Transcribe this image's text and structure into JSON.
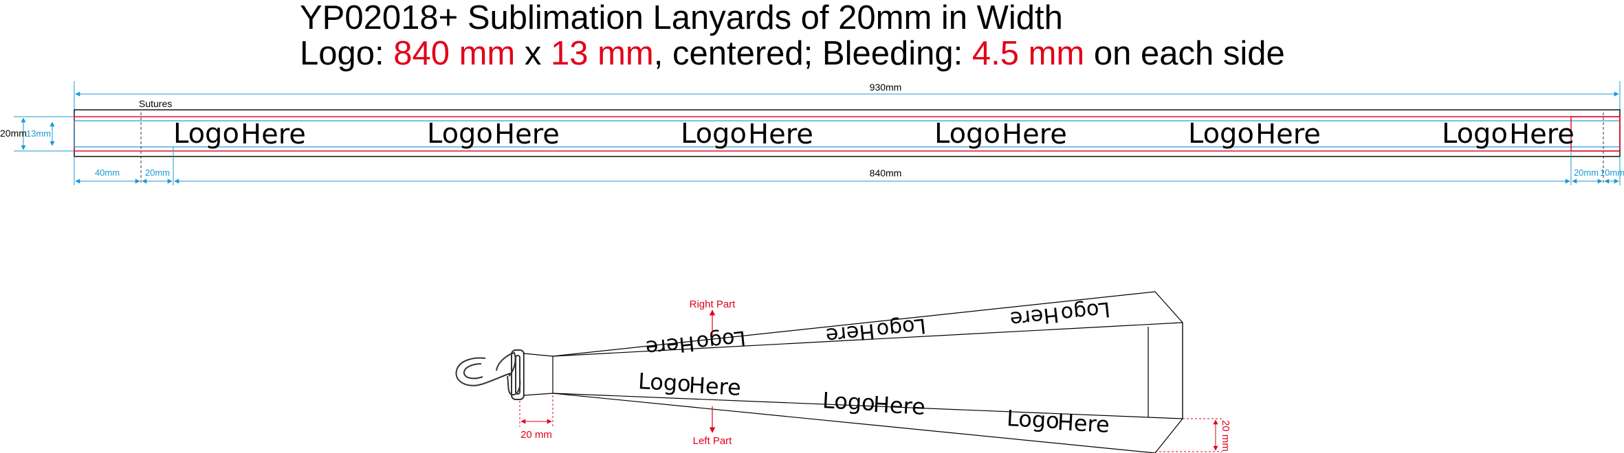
{
  "header": {
    "title": "YP02018+ Sublimation Lanyards of 20mm in Width",
    "logo_label": "Logo: ",
    "logo_width": "840 mm",
    "logo_x": " x ",
    "logo_height": "13 mm",
    "centered": ", centered; Bleeding: ",
    "bleed": "4.5 mm",
    "each_side": " on each side"
  },
  "flat": {
    "total_length": "930mm",
    "sutures_label": "Sutures",
    "width_label": "20mm",
    "logo_height_label": "13mm",
    "left_margin": "40mm",
    "suture_gap": "20mm",
    "logo_length": "840mm",
    "right_gap": "20mm",
    "right_margin": "10mm",
    "logo_text_a": "Logo",
    "logo_text_b": "Here",
    "logo_count": 6
  },
  "sketch": {
    "right_part": "Right Part",
    "left_part": "Left Part",
    "width_20": "20 mm",
    "width_20_right": "20 mm",
    "logo_text_a": "Logo",
    "logo_text_b": "Here"
  },
  "colors": {
    "dimension": "#1a9ad6",
    "bleed": "#e2001a",
    "outline": "#000000"
  }
}
